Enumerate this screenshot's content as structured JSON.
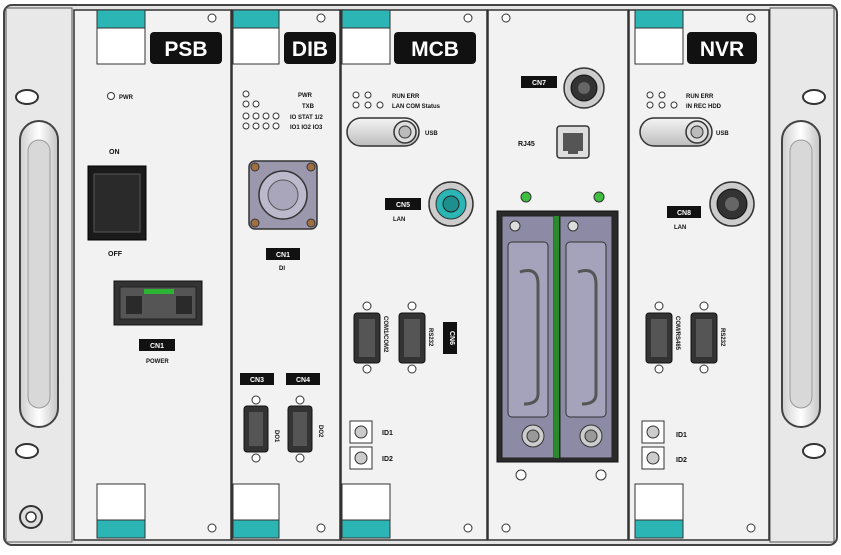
{
  "modules": {
    "psb": {
      "label": "PSB",
      "pwr_led": "PWR",
      "switch_on": "ON",
      "switch_off": "OFF",
      "cn1_tag": "CN1",
      "cn1_caption": "POWER"
    },
    "dib": {
      "label": "DIB",
      "legend_1": "PWR",
      "legend_2": "TXB",
      "legend_3": "IO STAT 1/2",
      "legend_4": "IO1 IO2 IO3",
      "cn1_tag": "CN1",
      "cn1_caption": "DI",
      "cn3_tag": "CN3",
      "cn4_tag": "CN4",
      "cn3_caption": "DO1",
      "cn4_caption": "DO2"
    },
    "mcb": {
      "label": "MCB",
      "legend_1": "RUN ERR",
      "legend_2": "LAN COM Status",
      "usb_label": "USB",
      "cn5_tag": "CN5",
      "lan_caption": "LAN",
      "com1_caption": "COM1/COM2",
      "com2_caption": "RS232",
      "cn6_tag": "CN6",
      "id1": "ID1",
      "id2": "ID2"
    },
    "storage": {
      "cn7_tag": "CN7",
      "rj45_label": "RJ45"
    },
    "nvr": {
      "label": "NVR",
      "legend_1": "RUN ERR",
      "legend_2": "IN REC HDD",
      "usb_label": "USB",
      "cn8_tag": "CN8",
      "lan_caption": "LAN",
      "com1_caption": "COM/RS485",
      "com2_caption": "RS232",
      "id1": "ID1",
      "id2": "ID2"
    }
  },
  "colors": {
    "chassis": "#e4e4e4",
    "panel": "#f2f2f2",
    "label_bg": "#111111",
    "teal": "#2cb5b5",
    "connector": "#3a3a3a",
    "drive_bay": "#8d8aa6",
    "led_green": "#3fbf3f"
  }
}
